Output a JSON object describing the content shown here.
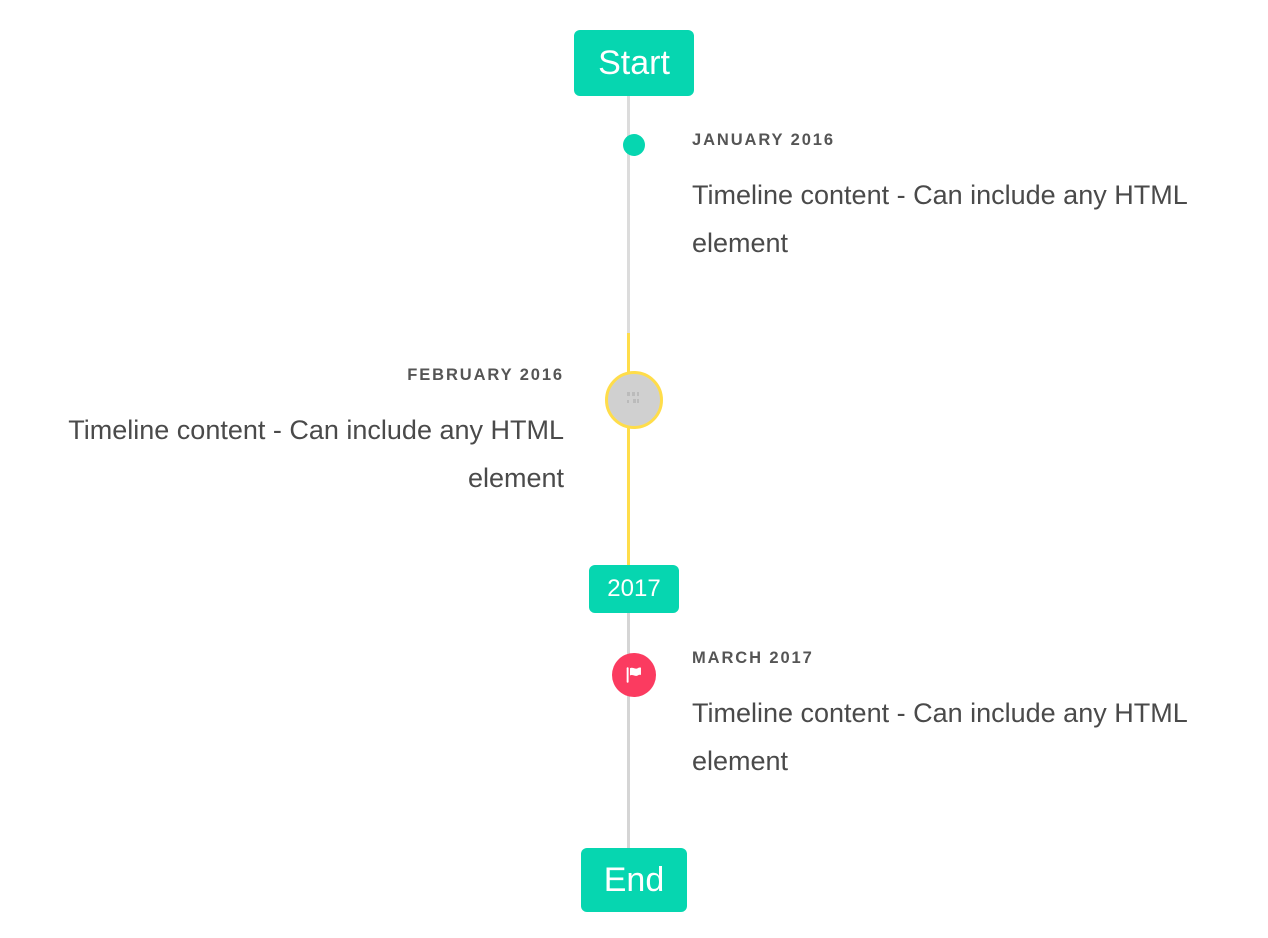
{
  "page": {
    "title": "Timeline",
    "background": "#ffffff"
  },
  "colors": {
    "accent_teal": "#06d6b0",
    "rail_gray": "#dcdcdc",
    "rail_yellow": "#ffdd4a",
    "marker_pink": "#fb3b60",
    "ghost_fill": "#d0d0d0",
    "date_text": "#555555",
    "body_text": "#4a4a4a",
    "chip_text": "#ffffff"
  },
  "chips": {
    "start": {
      "label": "Start"
    },
    "year": {
      "label": "2017"
    },
    "end": {
      "label": "End"
    }
  },
  "entries": [
    {
      "id": "january-2016",
      "date": "JANUARY 2016",
      "content": "Timeline content - Can include any HTML element",
      "side": "right",
      "marker": "dot-icon",
      "marker_color": "#06d6b0"
    },
    {
      "id": "february-2016",
      "date": "FEBRUARY 2016",
      "content": "Timeline content - Can include any HTML element",
      "side": "left",
      "marker": "broken-image-placeholder-icon",
      "marker_color": "#d0d0d0"
    },
    {
      "id": "march-2017",
      "date": "MARCH 2017",
      "content": "Timeline content - Can include any HTML element",
      "side": "right",
      "marker": "flag-icon",
      "marker_color": "#fb3b60"
    }
  ]
}
